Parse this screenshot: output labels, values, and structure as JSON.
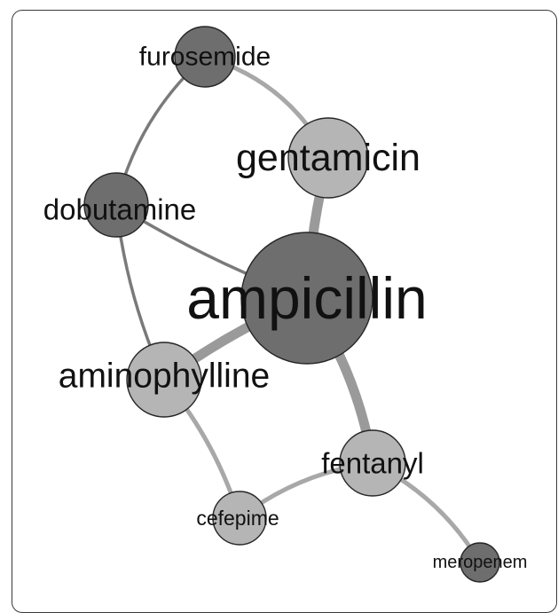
{
  "graph": {
    "nodes": [
      {
        "id": "furosemide",
        "label": "furosemide",
        "shade": "dark"
      },
      {
        "id": "gentamicin",
        "label": "gentamicin",
        "shade": "light"
      },
      {
        "id": "dobutamine",
        "label": "dobutamine",
        "shade": "dark"
      },
      {
        "id": "ampicillin",
        "label": "ampicillin",
        "shade": "dark"
      },
      {
        "id": "aminophylline",
        "label": "aminophylline",
        "shade": "light"
      },
      {
        "id": "fentanyl",
        "label": "fentanyl",
        "shade": "light"
      },
      {
        "id": "cefepime",
        "label": "cefepime",
        "shade": "light"
      },
      {
        "id": "meropenem",
        "label": "meropenem",
        "shade": "dark"
      }
    ],
    "edges": [
      {
        "source": "furosemide",
        "target": "gentamicin",
        "strength": "medium"
      },
      {
        "source": "furosemide",
        "target": "dobutamine",
        "strength": "thin"
      },
      {
        "source": "gentamicin",
        "target": "ampicillin",
        "strength": "heavy"
      },
      {
        "source": "dobutamine",
        "target": "ampicillin",
        "strength": "thin"
      },
      {
        "source": "dobutamine",
        "target": "aminophylline",
        "strength": "thin"
      },
      {
        "source": "aminophylline",
        "target": "ampicillin",
        "strength": "heavy"
      },
      {
        "source": "ampicillin",
        "target": "fentanyl",
        "strength": "heavy"
      },
      {
        "source": "aminophylline",
        "target": "cefepime",
        "strength": "medium"
      },
      {
        "source": "cefepime",
        "target": "fentanyl",
        "strength": "medium"
      },
      {
        "source": "fentanyl",
        "target": "meropenem",
        "strength": "medium"
      }
    ],
    "colors": {
      "dark_node": "#6e6e6e",
      "light_node": "#b5b5b5",
      "node_stroke": "#262626",
      "thin_edge": "#7a7a7a",
      "medium_edge": "#a8a8a8",
      "heavy_edge": "#9a9a9a"
    }
  }
}
